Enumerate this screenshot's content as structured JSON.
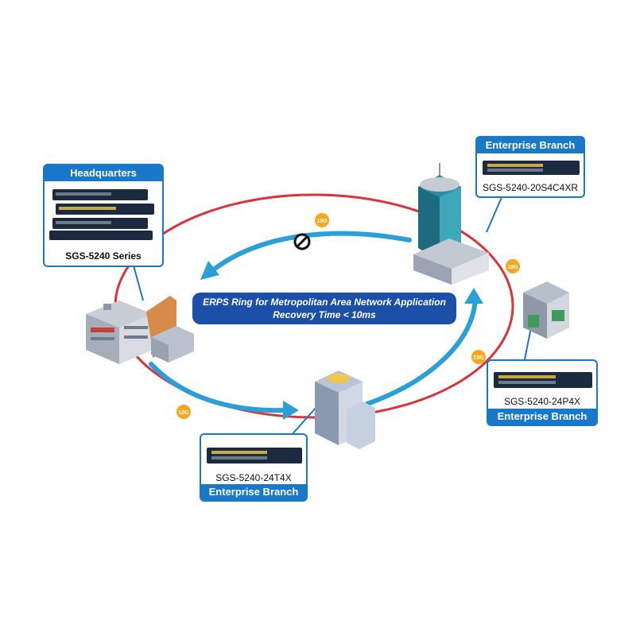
{
  "banner": {
    "line1": "ERPS Ring for Metropolitan Area Network Application",
    "line2": "Recovery Time < 10ms"
  },
  "link_speed": "10G",
  "nodes": {
    "headquarters": {
      "title": "Headquarters",
      "model": "SGS-5240 Series"
    },
    "branch_top_right": {
      "title": "Enterprise Branch",
      "model": "SGS-5240-20S4C4XR"
    },
    "branch_right": {
      "title": "Enterprise Branch",
      "model": "SGS-5240-24P4X"
    },
    "branch_bottom": {
      "title": "Enterprise Branch",
      "model": "SGS-5240-24T4X"
    }
  },
  "colors": {
    "ring": "#d9343b",
    "flow_arrow": "#2a9fd8",
    "label_blue": "#1a78c8",
    "banner": "#1c4fa8",
    "speed_badge": "#f7a71c"
  },
  "icons": [
    "blocked-port-icon",
    "network-switch-icon",
    "office-building-icon"
  ]
}
